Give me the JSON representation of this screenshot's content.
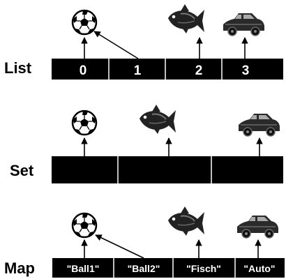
{
  "list": {
    "label": "List",
    "indices": [
      "0",
      "1",
      "2",
      "3"
    ]
  },
  "set": {
    "label": "Set"
  },
  "map": {
    "label": "Map",
    "keys": [
      "\"Ball1\"",
      "\"Ball2\"",
      "\"Fisch\"",
      "\"Auto\""
    ]
  },
  "icons": [
    "ball-icon",
    "fish-icon",
    "car-icon"
  ],
  "colors": {
    "bar": "#000000",
    "text_on_bar": "#ffffff",
    "arrow": "#000000"
  }
}
